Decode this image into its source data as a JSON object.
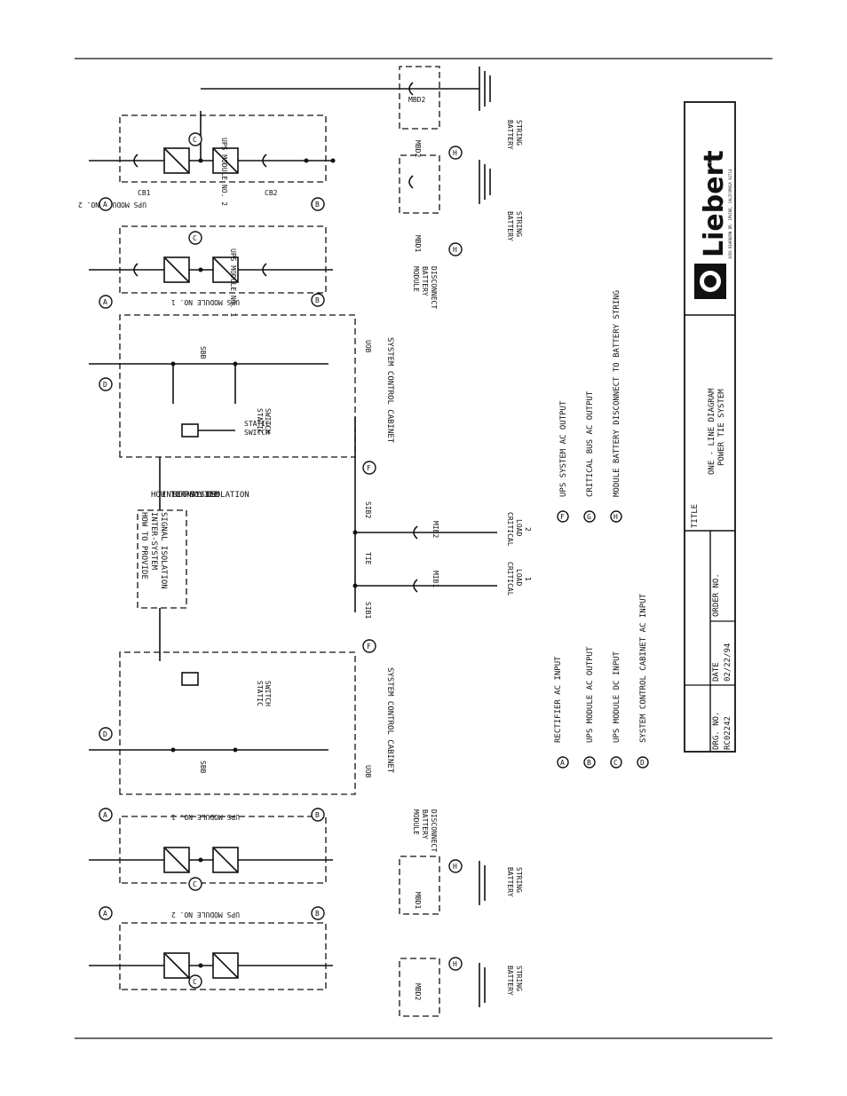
{
  "legend": [
    {
      "letter": "A",
      "text": "RECTIFIER AC INPUT"
    },
    {
      "letter": "B",
      "text": "UPS MODULE AC OUTPUT"
    },
    {
      "letter": "C",
      "text": "UPS MODULE DC INPUT"
    },
    {
      "letter": "D",
      "text": "SYSTEM CONTROL CABINET AC INPUT"
    },
    {
      "letter": "F",
      "text": "UPS SYSTEM AC OUTPUT"
    },
    {
      "letter": "G",
      "text": "CRITICAL BUS AC OUTPUT"
    },
    {
      "letter": "H",
      "text": "MODULE BATTERY DISCONNECT TO BATTERY STRING"
    }
  ],
  "labels": {
    "cb1": "CB1",
    "cb2": "CB2",
    "ups_module_1": "UPS MODULE NO. 1",
    "ups_module_2": "UPS MODULE NO. 2",
    "mbd1": "MBD1",
    "mbd2": "MBD2",
    "battery_string_1": "BATTERY",
    "battery_string_2": "STRING",
    "module_battery_disconnect_1": "MODULE",
    "module_battery_disconnect_2": "BATTERY",
    "module_battery_disconnect_3": "DISCONNECT",
    "sbb": "SBB",
    "uob": "UOB",
    "static_switch_1": "STATIC",
    "static_switch_2": "SWITCH",
    "system_control_cabinet": "SYSTEM CONTROL CABINET",
    "sib1": "SIB1",
    "sib2": "SIB2",
    "tie": "TIE",
    "mib1": "MIB1",
    "mib2": "MIB2",
    "critical_load_1_a": "CRITICAL",
    "critical_load_1_b": "LOAD",
    "critical_load_1_c": "1",
    "critical_load_2_a": "CRITICAL",
    "critical_load_2_b": "LOAD",
    "critical_load_2_c": "2",
    "isolation_1": "HOW TO PROVIDE",
    "isolation_2": "INTER-SYSTEM",
    "isolation_3": "SIGNAL ISOLATION"
  },
  "title_block": {
    "title_label": "TITLE",
    "title_line1": "ONE - LINE DIAGRAM",
    "title_line2": "POWER TIE SYSTEM",
    "drg_no_label": "DRG. NO.",
    "drg_no_value": "RC02242",
    "date_label": "DATE",
    "date_value": "02/22/94",
    "order_no_label": "ORDER NO.",
    "logo_text": "Liebert",
    "logo_subtext": "1050 DEARBORN DR. IRVINE, CALIFORNIA 92714"
  }
}
